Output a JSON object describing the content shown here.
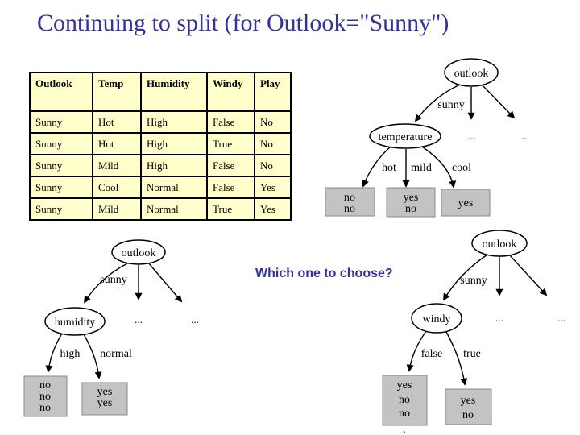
{
  "title": "Continuing to split (for Outlook=\"Sunny\")",
  "question": "Which one to choose?",
  "table": {
    "headers": [
      "Outlook",
      "Temp",
      "Humidity",
      "Windy",
      "Play"
    ],
    "rows": [
      [
        "Sunny",
        "Hot",
        "High",
        "False",
        "No"
      ],
      [
        "Sunny",
        "Hot",
        "High",
        "True",
        "No"
      ],
      [
        "Sunny",
        "Mild",
        "High",
        "False",
        "No"
      ],
      [
        "Sunny",
        "Cool",
        "Normal",
        "False",
        "Yes"
      ],
      [
        "Sunny",
        "Mild",
        "Normal",
        "True",
        "Yes"
      ]
    ]
  },
  "trees": {
    "top_right": {
      "root": "outlook",
      "root_branch": "sunny",
      "ellipsis_left": "...",
      "ellipsis_right": "...",
      "child": "temperature",
      "branches": [
        "hot",
        "mild",
        "cool"
      ],
      "leaf1": [
        "no",
        "no"
      ],
      "leaf2": [
        "yes",
        "no"
      ],
      "leaf3": [
        "yes"
      ]
    },
    "bottom_left": {
      "root": "outlook",
      "root_branch": "sunny",
      "ellipsis_left": "...",
      "ellipsis_right": "...",
      "child": "humidity",
      "branches": [
        "high",
        "normal"
      ],
      "leaf1": [
        "no",
        "no",
        "no"
      ],
      "leaf2": [
        "yes",
        "yes"
      ]
    },
    "bottom_right": {
      "root": "outlook",
      "root_branch": "sunny",
      "ellipsis_left": "...",
      "ellipsis_right": "...",
      "child": "windy",
      "branches": [
        "false",
        "true"
      ],
      "leaf1": [
        "yes",
        "no",
        "no"
      ],
      "leaf1_clipped": ".",
      "leaf2": [
        "yes",
        "no"
      ]
    }
  },
  "colors": {
    "title": "#333399",
    "question": "#333399",
    "table_background": "#ffffcc",
    "table_border": "#000000",
    "sunny_text": "#a93f35",
    "leaf_fill": "#c3c3c3",
    "leaf_border": "#8a8a8a",
    "tree_line": "#000000"
  }
}
